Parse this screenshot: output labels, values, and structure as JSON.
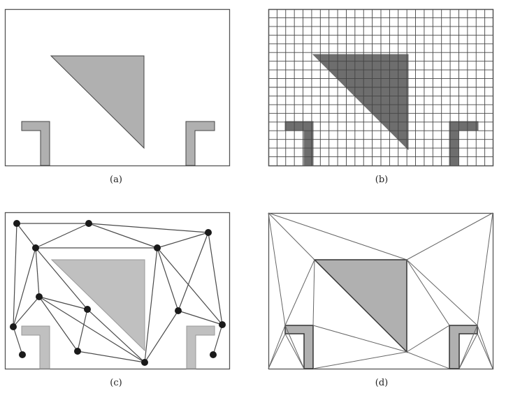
{
  "figure": {
    "panels": [
      {
        "id": "a",
        "label": "(a)",
        "content": "workspace-with-obstacles"
      },
      {
        "id": "b",
        "label": "(b)",
        "content": "grid-decomposition"
      },
      {
        "id": "c",
        "label": "(c)",
        "content": "probabilistic-roadmap"
      },
      {
        "id": "d",
        "label": "(d)",
        "content": "triangulation"
      }
    ]
  },
  "colors": {
    "frame": "#555555",
    "obstacle": "#b0b0b0",
    "obstacle_grid": "#6e6e6e",
    "obstacle_light": "#c0c0c0",
    "edge": "#4a4a4a",
    "node": "#1a1a1a"
  }
}
